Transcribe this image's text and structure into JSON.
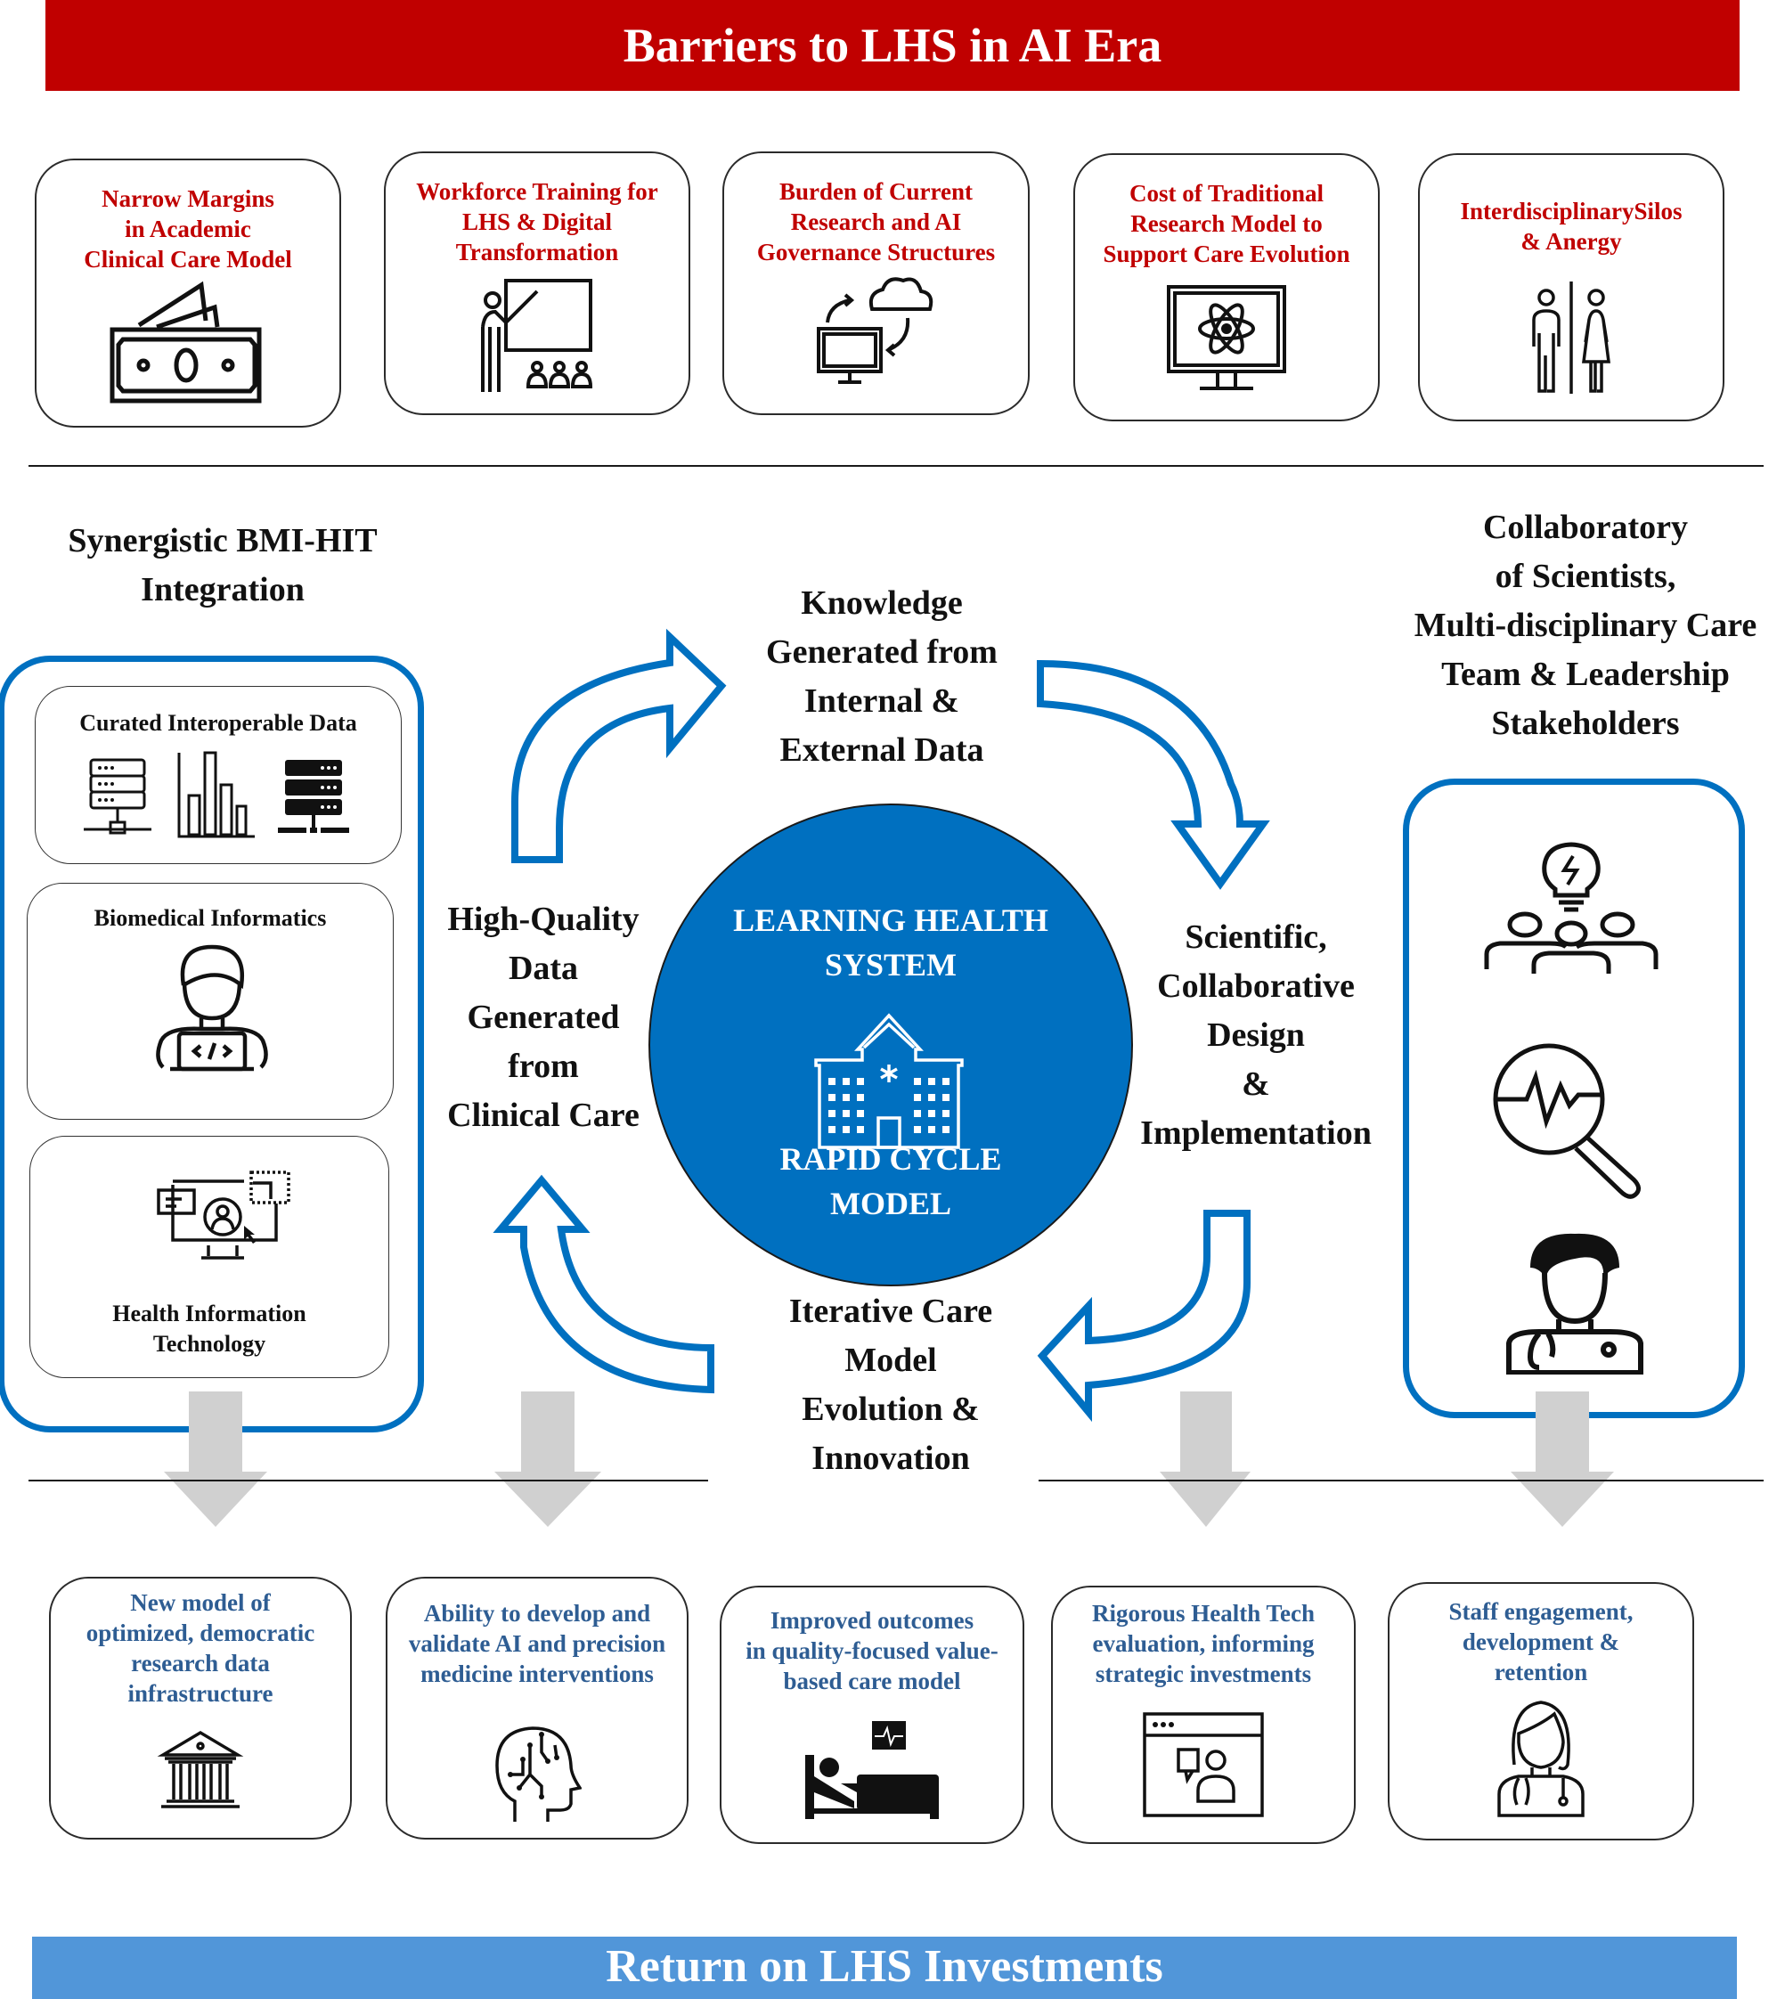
{
  "banners": {
    "top": "Barriers to LHS in AI Era",
    "bottom": "Return on LHS Investments"
  },
  "barriers": [
    {
      "title": "Narrow Margins in Academic Clinical Care Model",
      "lines": [
        "Narrow Margins",
        "in Academic",
        "Clinical Care Model"
      ],
      "icon": "money-icon"
    },
    {
      "title": "Workforce Training for LHS & Digital Transformation",
      "lines": [
        "Workforce Training for",
        "LHS & Digital",
        "Transformation"
      ],
      "icon": "teacher-presentation-icon"
    },
    {
      "title": "Burden of Current Research and AI Governance Structures",
      "lines": [
        "Burden of Current",
        "Research and AI",
        "Governance Structures"
      ],
      "icon": "cloud-sync-computer-icon"
    },
    {
      "title": "Cost of Traditional Research Model to Support Care Evolution",
      "lines": [
        "Cost of Traditional",
        "Research Model to",
        "Support Care Evolution"
      ],
      "icon": "atom-monitor-icon"
    },
    {
      "title": "Interdisciplinary Silos & Anergy",
      "lines": [
        "InterdisciplinarySilos",
        "& Anergy"
      ],
      "icon": "man-woman-divided-icon"
    }
  ],
  "left_panel": {
    "heading_lines": [
      "Synergistic BMI-HIT",
      "Integration"
    ],
    "cards": [
      {
        "label": "Curated Interoperable Data",
        "icons": [
          "server-network-icon",
          "bar-chart-icon",
          "server-rack-icon"
        ]
      },
      {
        "label": "Biomedical Informatics",
        "icons": [
          "developer-laptop-icon"
        ]
      },
      {
        "label_lines": [
          "Health Information",
          "Technology"
        ],
        "icons": [
          "monitor-user-profile-icon"
        ]
      }
    ]
  },
  "right_panel": {
    "heading_lines": [
      "Collaboratory",
      "of Scientists,",
      "Multi-disciplinary Care",
      "Team & Leadership",
      "Stakeholders"
    ],
    "icons": [
      "team-idea-lightbulb-icon",
      "magnifier-heartbeat-icon",
      "doctor-stethoscope-icon"
    ]
  },
  "center": {
    "title_lines": [
      "LEARNING HEALTH",
      "SYSTEM"
    ],
    "icon": "hospital-icon",
    "subtitle_lines": [
      "RAPID CYCLE",
      "MODEL"
    ]
  },
  "cycle_steps": {
    "top": [
      "Knowledge",
      "Generated from",
      "Internal &",
      "External Data"
    ],
    "right": [
      "Scientific,",
      "Collaborative",
      "Design",
      "&",
      "Implementation"
    ],
    "bottom": [
      "Iterative Care",
      "Model",
      "Evolution &",
      "Innovation"
    ],
    "left": [
      "High-Quality",
      "Data",
      "Generated",
      "from",
      "Clinical Care"
    ]
  },
  "returns": [
    {
      "lines": [
        "New model of",
        "optimized, democratic",
        "research data",
        "infrastructure"
      ],
      "icon": "institution-building-icon"
    },
    {
      "lines": [
        "Ability to develop and",
        "validate AI and precision",
        "medicine interventions"
      ],
      "icon": "ai-brain-head-icon"
    },
    {
      "lines": [
        "Improved outcomes",
        "in quality-focused value-",
        "based care model"
      ],
      "icon": "patient-bed-monitor-icon"
    },
    {
      "lines": [
        "Rigorous Health Tech",
        "evaluation, informing",
        "strategic investments"
      ],
      "icon": "video-consult-window-icon"
    },
    {
      "lines": [
        "Staff engagement,",
        "development &",
        "retention"
      ],
      "icon": "female-doctor-icon"
    }
  ],
  "colors": {
    "barrier_red": "#c00000",
    "cycle_blue": "#0070c0",
    "return_banner_blue": "#5196d9",
    "return_text_blue": "#2e5d93",
    "flow_arrow_grey": "#d0d0d0"
  }
}
